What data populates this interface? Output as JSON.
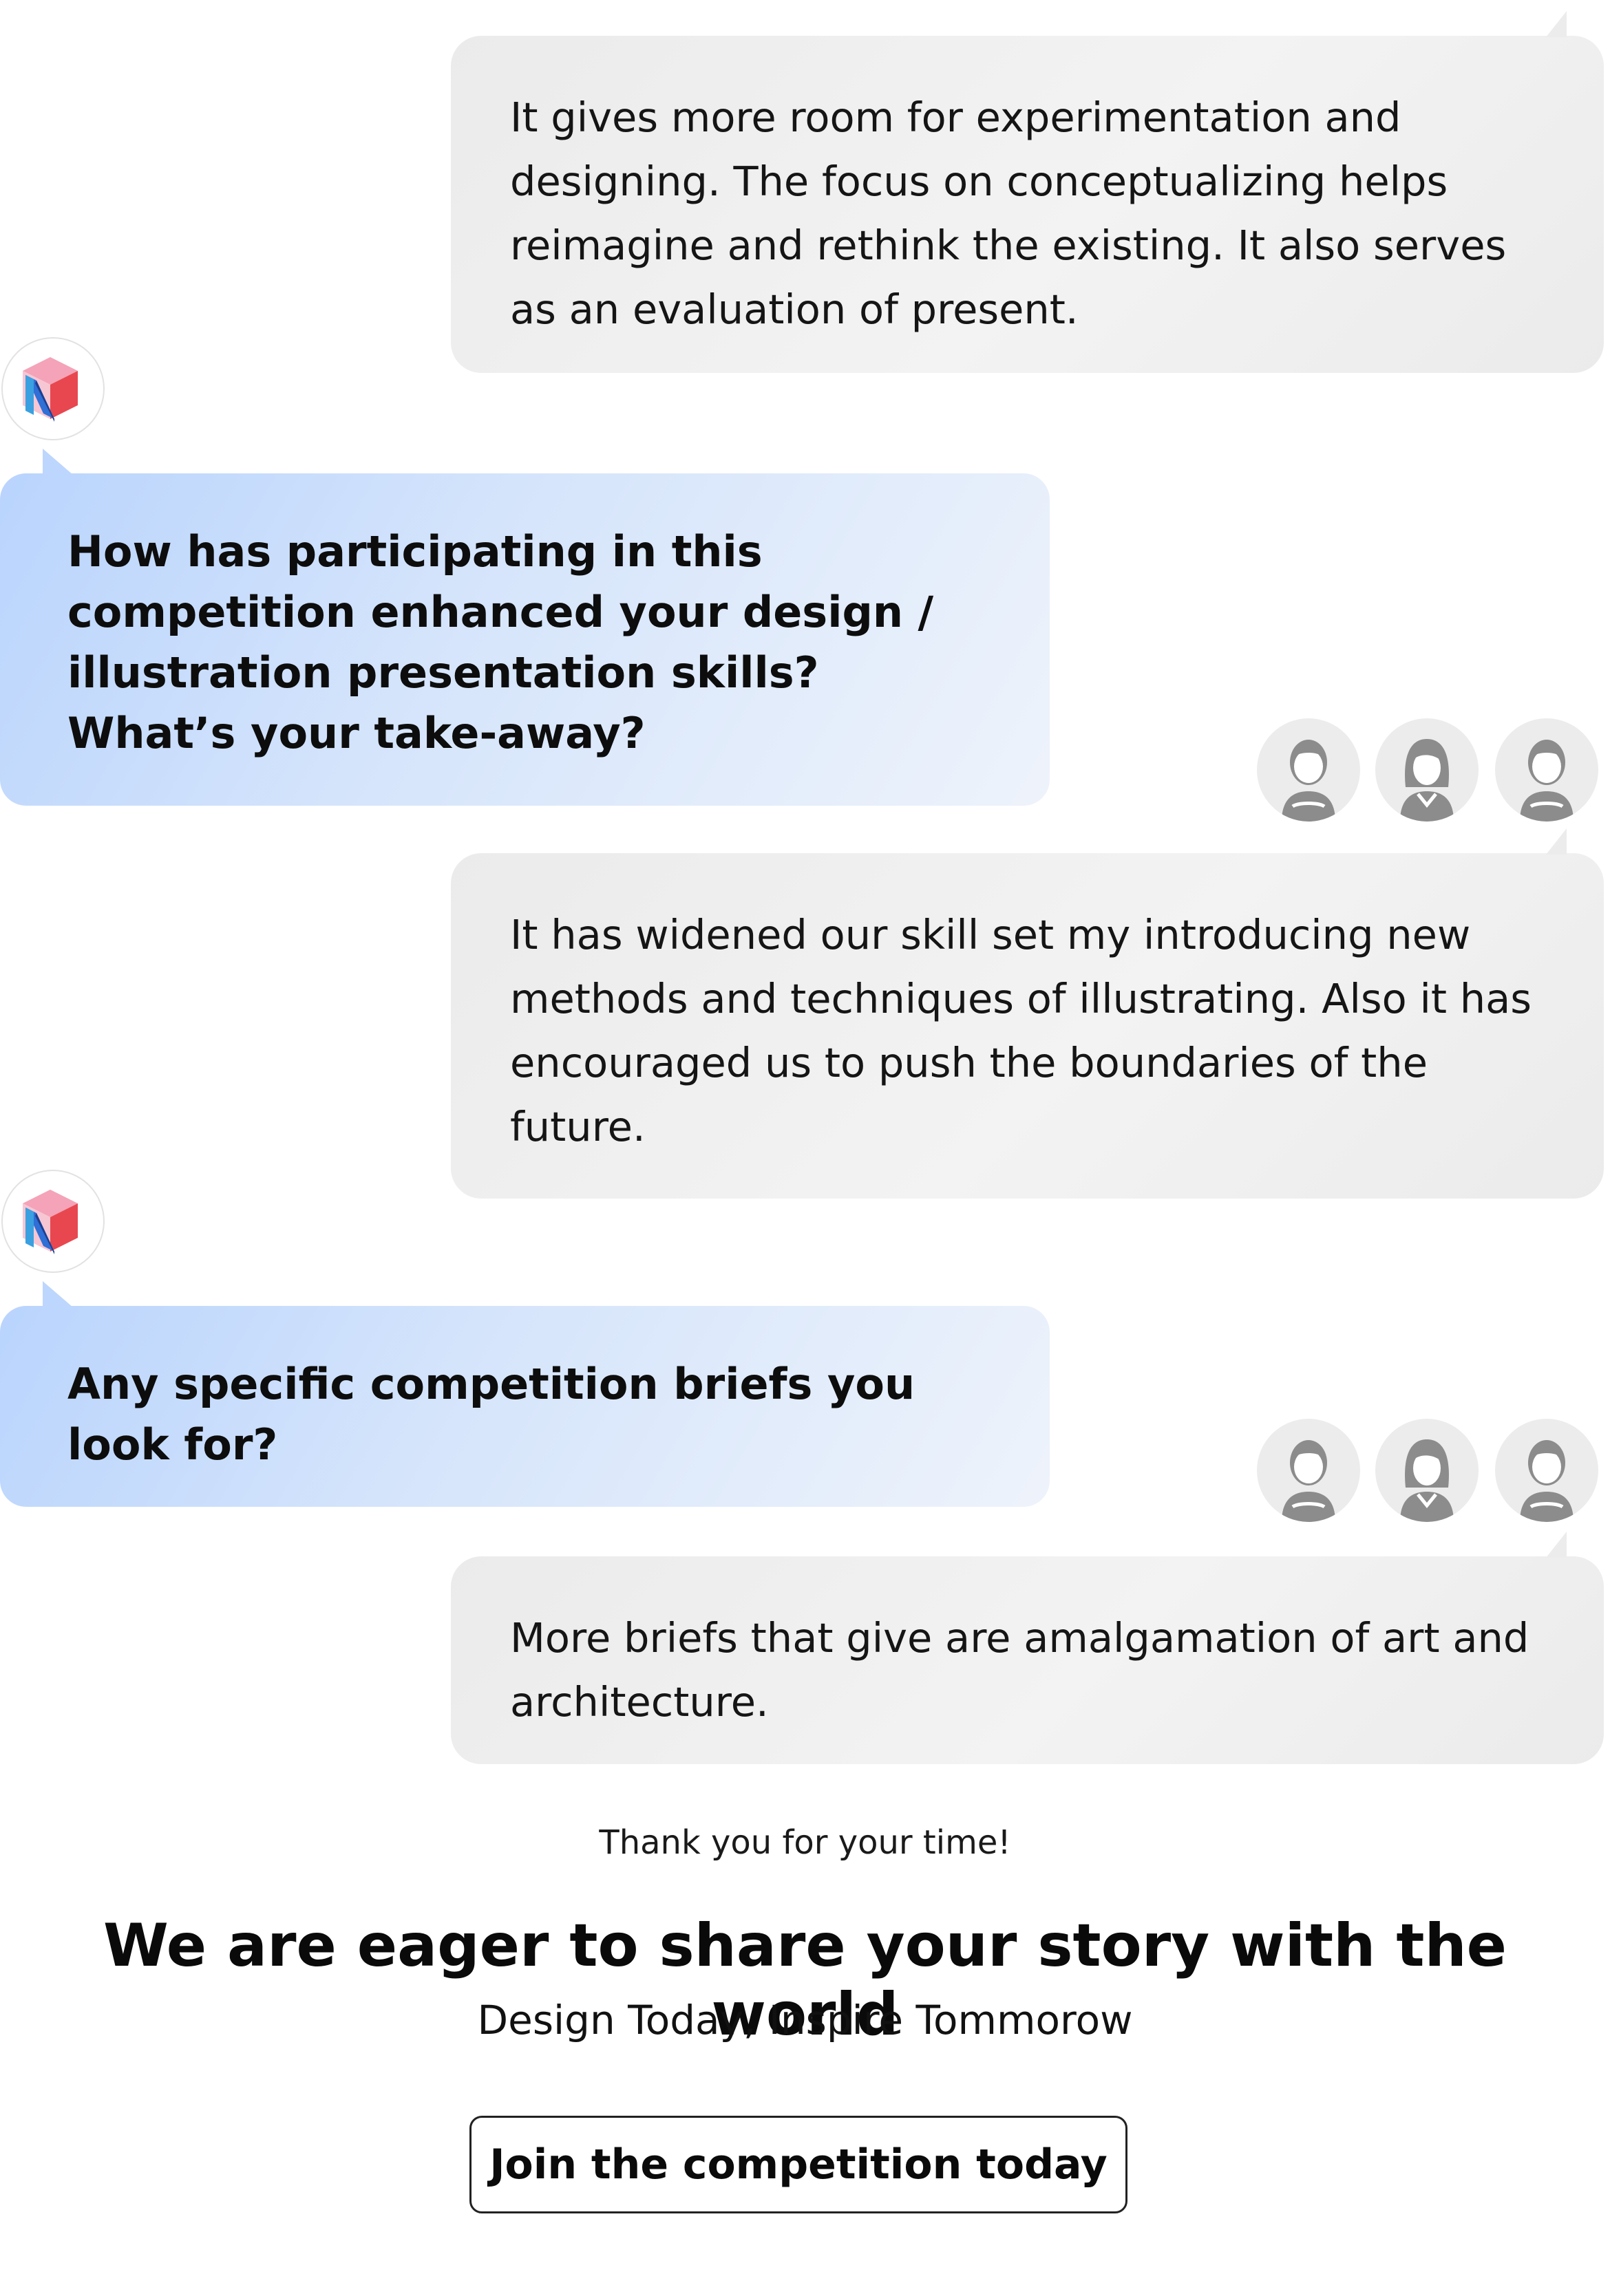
{
  "conversation": [
    {
      "role": "answer",
      "text": "It gives more room for experimentation and designing. The focus on conceptualizing helps reimagine and rethink the existing. It also serves as an evaluation of present."
    },
    {
      "role": "question",
      "text": "How has participating in this competition enhanced your design / illustration presentation skills? What’s your take-away?"
    },
    {
      "role": "answer",
      "text": "It has widened our skill set my introducing new methods and techniques of illustrating. Also it has encouraged us to push the boundaries of the future."
    },
    {
      "role": "question",
      "text": "Any specific competition briefs you look for?"
    },
    {
      "role": "answer",
      "text": "More briefs that give are amalgamation of art and architecture."
    }
  ],
  "icons": {
    "interviewer_avatar": "logo-avatar-icon",
    "participant_avatars": [
      "male-user-icon",
      "female-user-icon",
      "male-user-icon"
    ]
  },
  "closing": {
    "thanks": "Thank you for your time!",
    "headline": "We are eager to share your story with the world",
    "tagline": "Design Today, Inspire Tommorow",
    "cta_label": "Join the competition today"
  },
  "colors": {
    "question_bubble": "#c3dafc",
    "answer_bubble": "#ededed",
    "avatar_bg": "#ececec",
    "avatar_figure": "#8c8c8c",
    "logo_blue": "#2f6fd6",
    "logo_pink": "#f18aa6",
    "logo_red": "#e8474f"
  }
}
